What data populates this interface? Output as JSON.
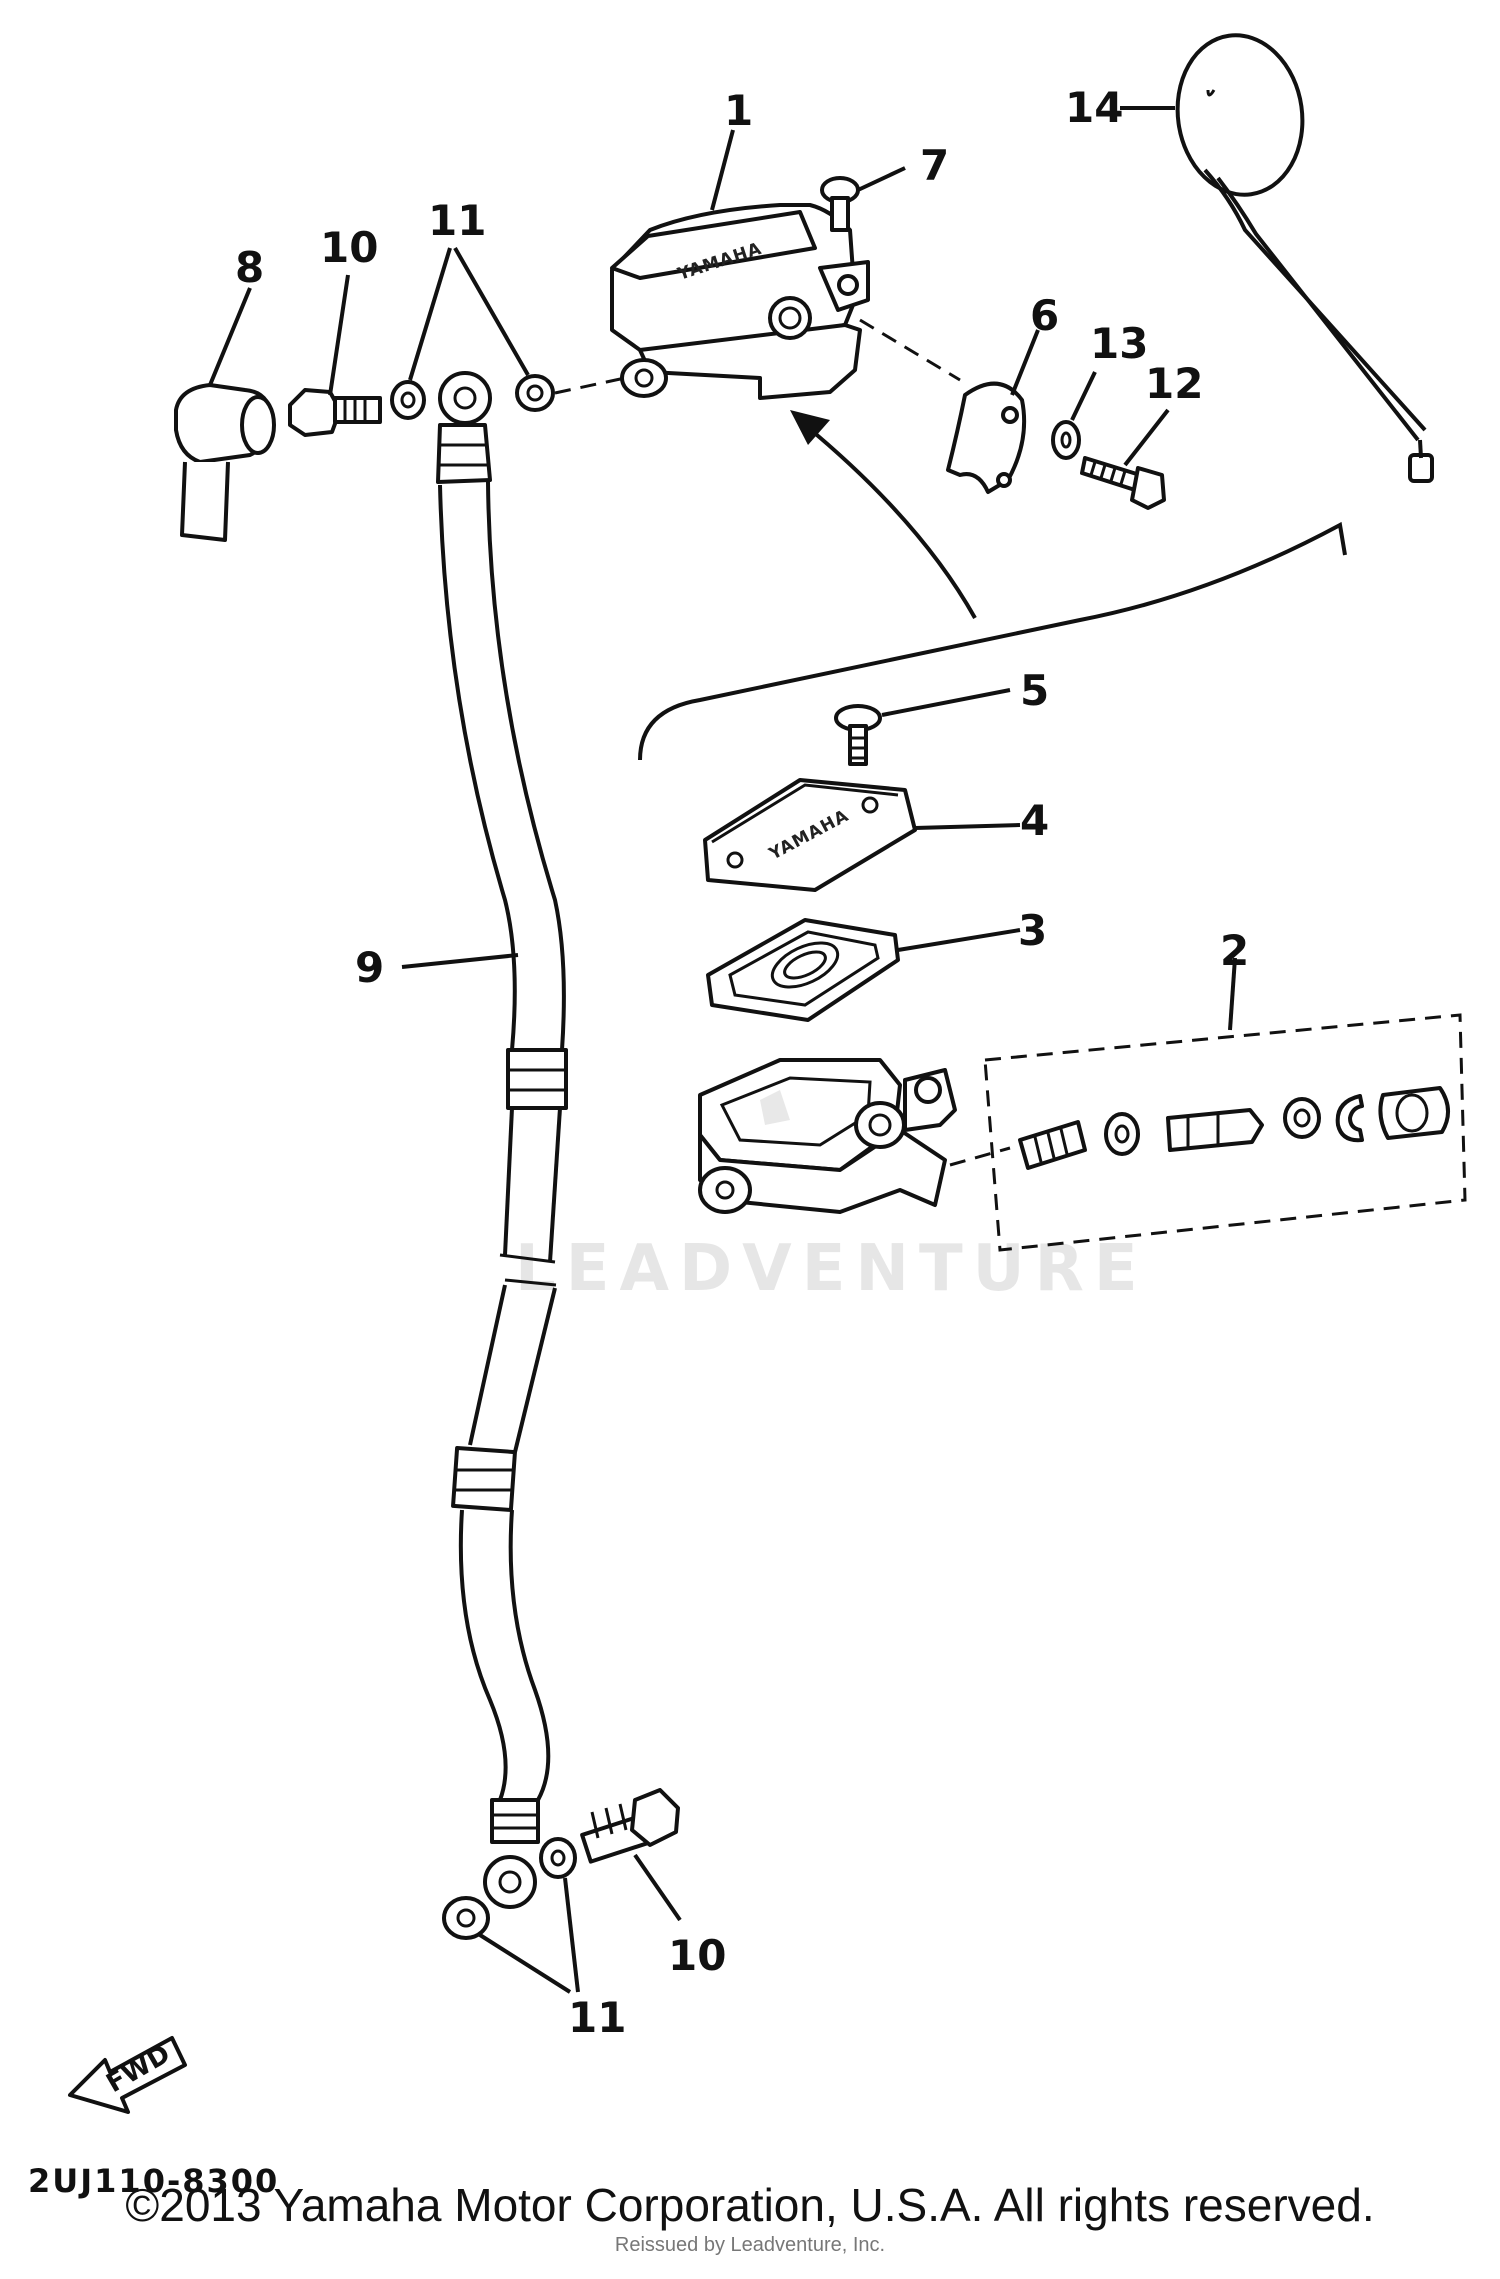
{
  "callouts": [
    "1",
    "2",
    "3",
    "4",
    "5",
    "6",
    "7",
    "8",
    "9",
    "10",
    "11",
    "12",
    "13",
    "14"
  ],
  "callout_10_lower": "10",
  "callout_11_lower": "11",
  "reservoir_brand": "YAMAHA",
  "cover_brand": "YAMAHA",
  "fwd_label": "FWD",
  "diagram_code": "2UJ110-8300",
  "watermark": "LEADVENTURE",
  "copyright": "©2013 Yamaha Motor Corporation, U.S.A. All rights reserved.",
  "repro_note": "Reissued by Leadventure, Inc."
}
